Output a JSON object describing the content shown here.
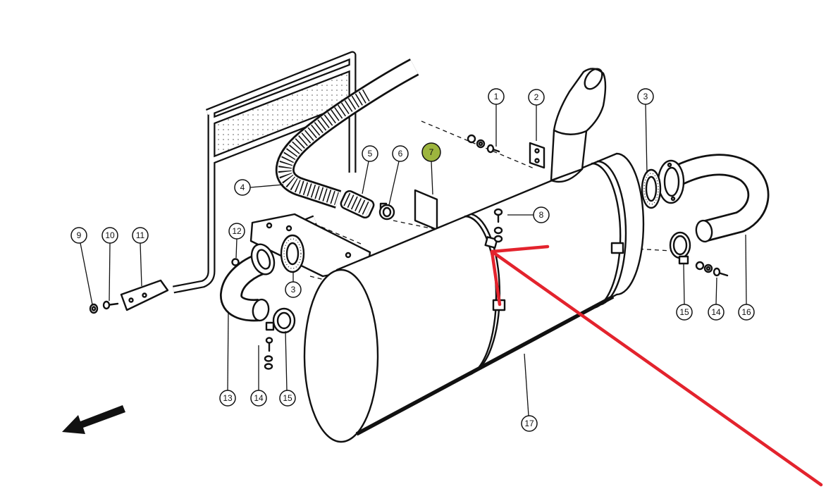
{
  "callouts": {
    "part_1": "1",
    "part_2": "2",
    "part_3_top": "3",
    "part_4": "4",
    "part_5": "5",
    "part_6": "6",
    "part_7": "7",
    "part_8": "8",
    "part_9": "9",
    "part_10": "10",
    "part_11": "11",
    "part_12": "12",
    "part_3_left": "3",
    "part_13": "13",
    "part_14_left": "14",
    "part_15_left": "15",
    "part_15_right": "15",
    "part_14_right": "14",
    "part_16": "16",
    "part_17": "17"
  },
  "colors": {
    "highlight": "#9db53e",
    "pointer_arrow": "#e3232d",
    "line": "#111111",
    "background": "#ffffff"
  }
}
